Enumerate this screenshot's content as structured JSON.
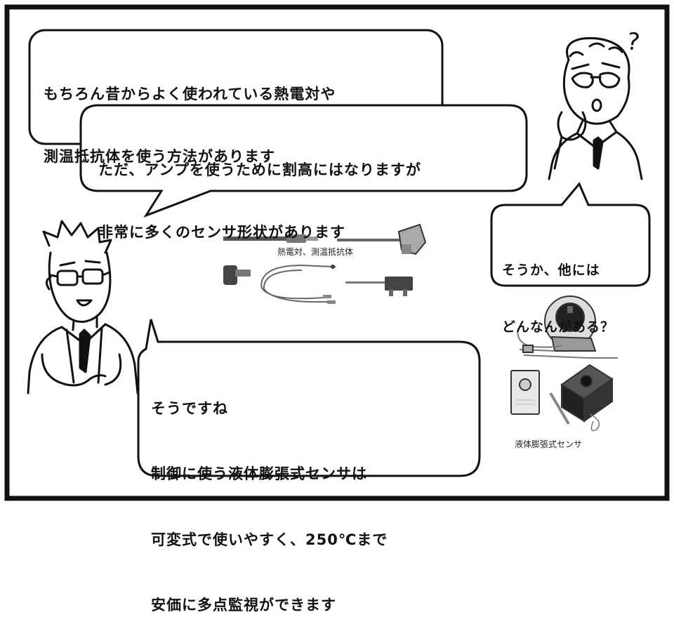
{
  "bubbles": {
    "top_1": [
      "もちろん昔からよく使われている熱電対や",
      "測温抵抗体を使う方法があります"
    ],
    "top_2": [
      "ただ、アンプを使うために割高にはなりますが",
      "非常に多くのセンサ形状があります"
    ],
    "right": [
      "そうか、他には",
      "どんなんがある？"
    ],
    "bottom": [
      "そうですね",
      "制御に使う液体膨張式センサは",
      "可変式で使いやすく、250℃まで",
      "安価に多点監視ができます"
    ]
  },
  "captions": {
    "thermocouple": "熱電対、測温抵抗体",
    "liquid_expansion": "液体膨張式センサ"
  },
  "question_mark": "?"
}
